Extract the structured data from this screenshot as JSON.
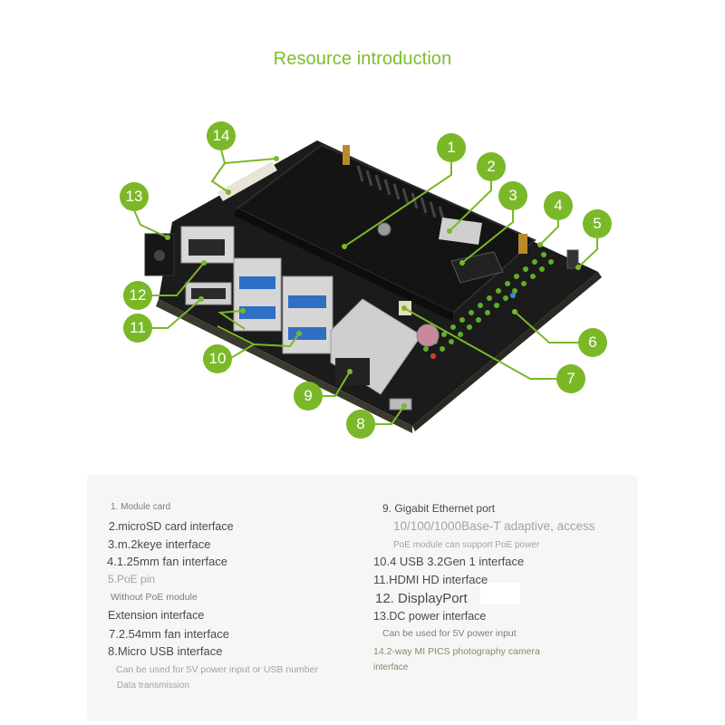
{
  "title": "Resource introduction",
  "colors": {
    "accent": "#7ab828",
    "title": "#7cbd2b",
    "board": "#1c1c1c",
    "legend_bg": "#f6f6f6"
  },
  "callouts": [
    {
      "n": "1",
      "label": "Module card"
    },
    {
      "n": "2",
      "label": "microSD card interface"
    },
    {
      "n": "3",
      "label": "m.2keye interface"
    },
    {
      "n": "4",
      "label": "1.25mm fan interface"
    },
    {
      "n": "5",
      "label": "PoE pin"
    },
    {
      "n": "6",
      "label": "Extension interface"
    },
    {
      "n": "7",
      "label": "2.54mm fan interface"
    },
    {
      "n": "8",
      "label": "Micro USB interface"
    },
    {
      "n": "9",
      "label": "Gigabit Ethernet port"
    },
    {
      "n": "10",
      "label": "4 USB 3.2Gen 1 interface"
    },
    {
      "n": "11",
      "label": "HDMI HD interface"
    },
    {
      "n": "12",
      "label": "DisplayPort"
    },
    {
      "n": "13",
      "label": "DC power interface"
    },
    {
      "n": "14",
      "label": "2-way MI PICS photography camera interface"
    }
  ],
  "legend": {
    "left": [
      "1. Module card",
      "2.microSD card interface",
      "3.m.2keye interface",
      "4.1.25mm fan interface",
      "5.PoE pin",
      "Without PoE module",
      "Extension interface",
      "7.2.54mm fan interface",
      "8.Micro USB interface",
      "Can be used for 5V power input or USB number",
      "Data transmission"
    ],
    "right": [
      "9. Gigabit Ethernet port",
      "10/100/1000Base-T adaptive, access",
      "PoE module can support PoE power",
      "10.4 USB 3.2Gen 1 interface",
      "11.HDMI HD interface",
      "12. DisplayPort",
      "13.DC power interface",
      "Can be used for 5V power input",
      "14.2-way MI PICS photography camera",
      "interface"
    ]
  }
}
